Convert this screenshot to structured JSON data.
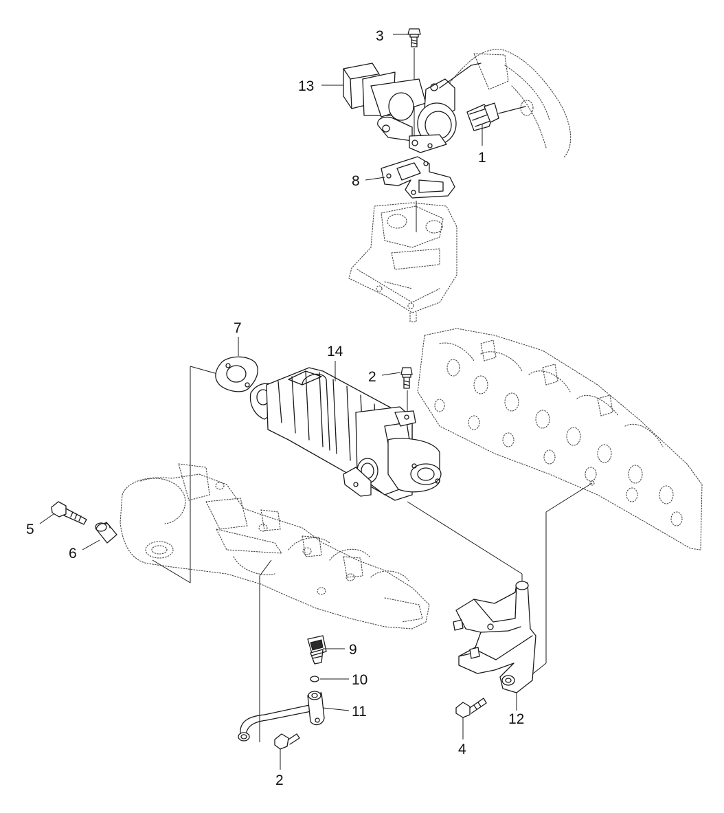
{
  "callouts": {
    "c1": "1",
    "c2a": "2",
    "c2b": "2",
    "c3": "3",
    "c4": "4",
    "c5": "5",
    "c6": "6",
    "c7": "7",
    "c8": "8",
    "c9": "9",
    "c10": "10",
    "c11": "11",
    "c12": "12",
    "c13": "13",
    "c14": "14"
  },
  "colors": {
    "ink": "#1a1a1a",
    "background": "#ffffff"
  }
}
